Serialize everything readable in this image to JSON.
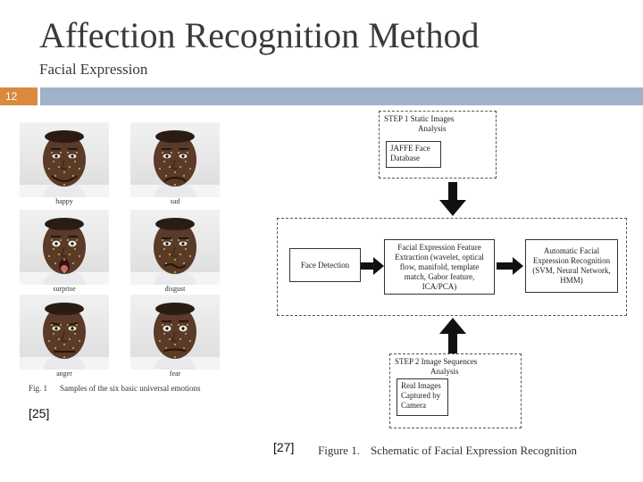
{
  "slide": {
    "title": "Affection Recognition Method",
    "subtitle": "Facial Expression",
    "number": "12"
  },
  "left_figure": {
    "faces": [
      {
        "caption": "happy",
        "expression": "happy"
      },
      {
        "caption": "sad",
        "expression": "sad"
      },
      {
        "caption": "surprise",
        "expression": "surprise"
      },
      {
        "caption": "disgust",
        "expression": "disgust"
      },
      {
        "caption": "anger",
        "expression": "anger"
      },
      {
        "caption": "fear",
        "expression": "fear"
      }
    ],
    "caption_label": "Fig. 1",
    "caption_text": "Samples of the six basic universal emotions",
    "reference": "[25]"
  },
  "schematic": {
    "step1_line1": "STEP 1  Static Images",
    "step1_line2": "Analysis",
    "jaffe_line1": "JAFFE Face",
    "jaffe_line2": "Database",
    "face_detection": "Face Detection",
    "feature_line1": "Facial Expression Feature",
    "feature_line2": "Extraction (wavelet, optical",
    "feature_line3": "flow, manifold, template",
    "feature_line4": "match, Gabor feature,",
    "feature_line5": "ICA/PCA)",
    "recog_line1": "Automatic Facial",
    "recog_line2": "Expression Recognition",
    "recog_line3": "(SVM, Neural Network,",
    "recog_line4": "HMM)",
    "step2_line1": "STEP 2 Image  Sequences",
    "step2_line2": "Analysis",
    "real_line1": "Real Images",
    "real_line2": "Captured by",
    "real_line3": "Camera",
    "caption_label": "Figure 1.",
    "caption_text": "Schematic of Facial Expression Recognition",
    "reference": "[27]"
  },
  "colors": {
    "accent_orange": "#d98a3c",
    "accent_blue": "#9fb2c8"
  }
}
